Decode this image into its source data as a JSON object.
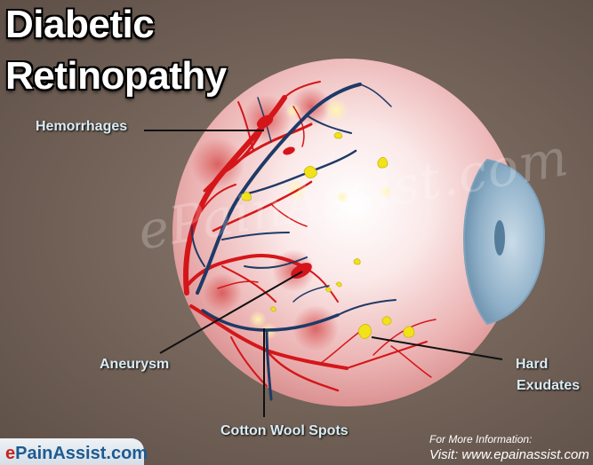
{
  "title": {
    "line1": "Diabetic",
    "line2": "Retinopathy"
  },
  "labels": {
    "hemorrhages": "Hemorrhages",
    "aneurysm": "Aneurysm",
    "hard_exudates_line1": "Hard",
    "hard_exudates_line2": "Exudates",
    "cotton_wool_spots": "Cotton Wool Spots"
  },
  "watermark": "ePainAssist.com",
  "logo": {
    "e": "e",
    "rest": "PainAssist.com"
  },
  "info": {
    "line1": "For More Information:",
    "line2": "Visit: www.epainassist.com"
  },
  "colors": {
    "artery": "#d4161a",
    "vein": "#1e3a66",
    "exudate": "#f1e21a",
    "eyeball": "#f3c8c8",
    "cornea": "#a9c4d8"
  }
}
